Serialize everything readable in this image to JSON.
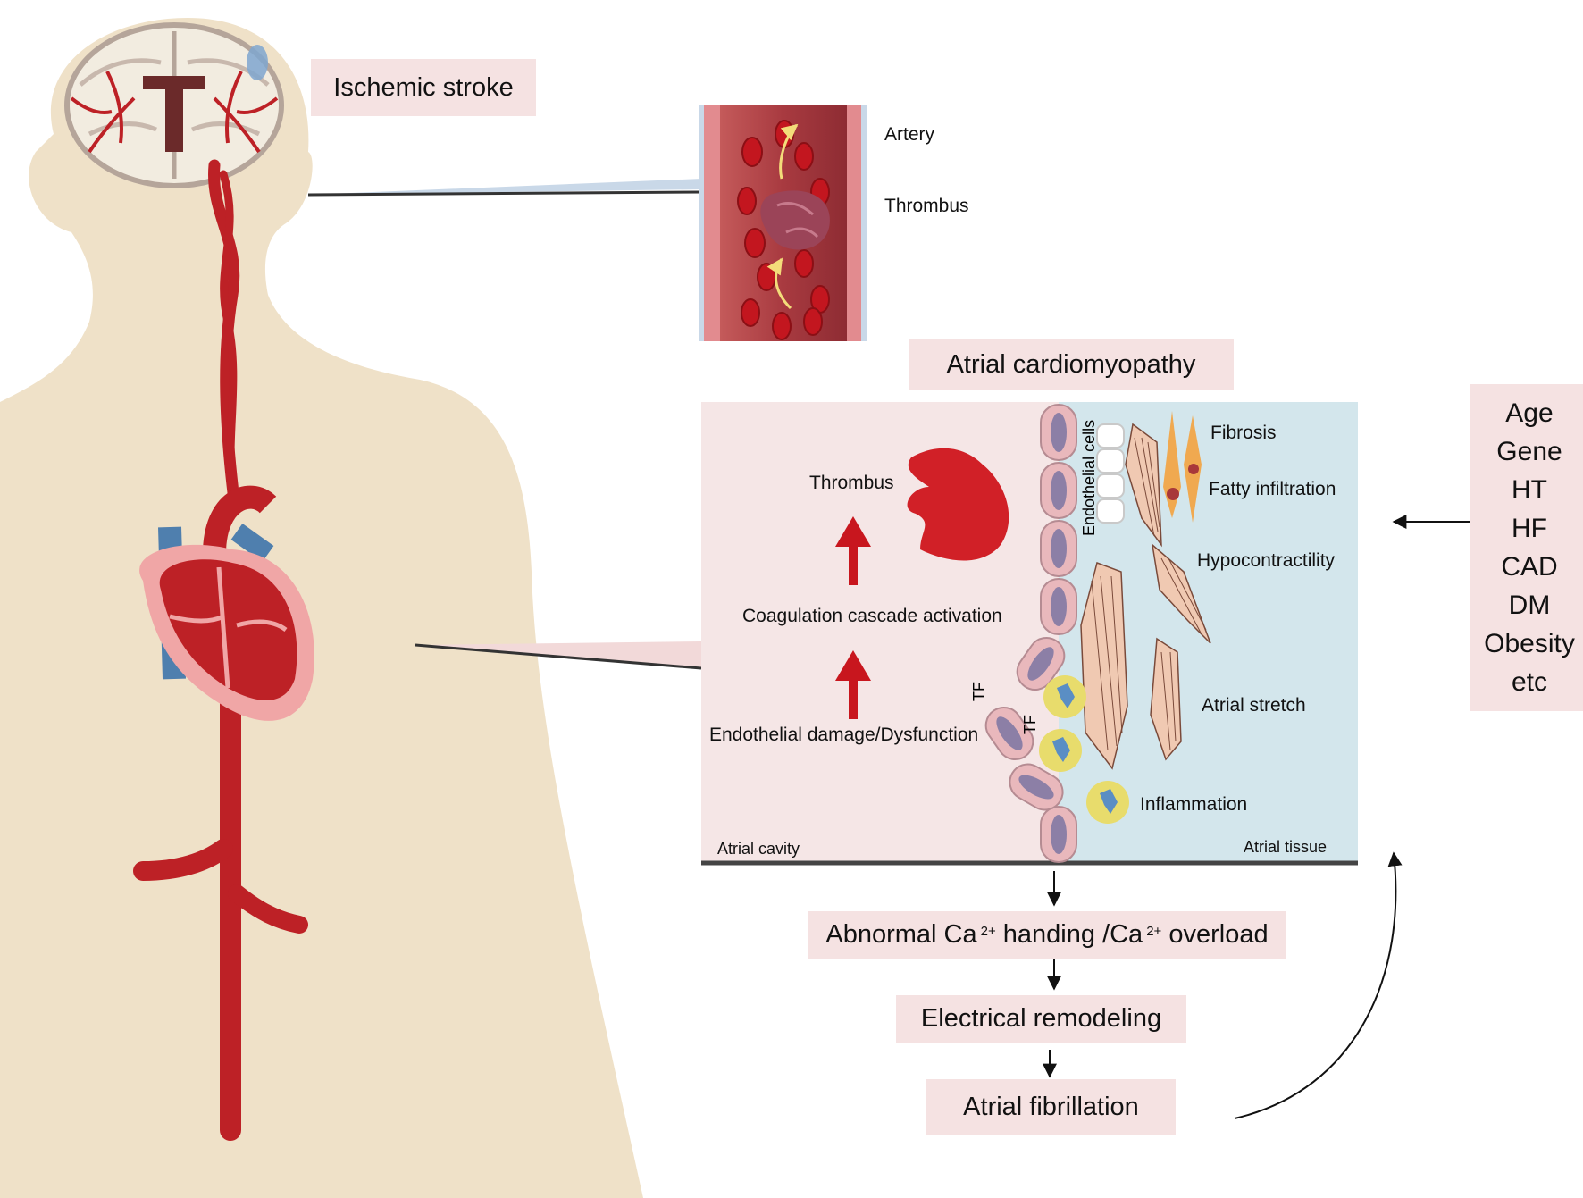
{
  "colors": {
    "skin": "#efe1c8",
    "artery_red": "#bd2126",
    "vein_blue": "#4f7fae",
    "heart_pink": "#f0a6a6",
    "label_box": "#f5e2e2",
    "cavity_bg": "#f5e6e6",
    "tissue_bg": "#d3e6ec",
    "thrombus_red": "#d12027",
    "endothelial_cell": "#8c7fa6",
    "inflammation_yellow": "#e8dc6c"
  },
  "labels": {
    "ischemic_stroke": "Ischemic stroke",
    "artery": "Artery",
    "thrombus_vessel": "Thrombus",
    "atrial_cardiomyopathy": "Atrial cardiomyopathy",
    "thrombus_atrium": "Thrombus",
    "coagulation": "Coagulation cascade activation",
    "endothelial_damage": "Endothelial damage/Dysfunction",
    "tf_1": "TF",
    "tf_2": "TF",
    "endothelial_cells": "Endothelial cells",
    "fibrosis": "Fibrosis",
    "fatty_infiltration": "Fatty infiltration",
    "hypocontractility": "Hypocontractility",
    "atrial_stretch": "Atrial stretch",
    "inflammation": "Inflammation",
    "atrial_cavity": "Atrial cavity",
    "atrial_tissue": "Atrial tissue",
    "calcium_part1": "Abnormal Ca",
    "calcium_sup1": "2+",
    "calcium_part2": " handing /Ca",
    "calcium_sup2": "2+",
    "calcium_part3": " overload",
    "electrical_remodeling": "Electrical remodeling",
    "atrial_fibrillation": "Atrial fibrillation"
  },
  "risk_factors": [
    "Age",
    "Gene",
    "HT",
    "HF",
    "CAD",
    "DM",
    "Obesity",
    "etc"
  ],
  "icons": [
    "brain-icon",
    "heart-icon",
    "artery-section-icon",
    "fibroblast-icon",
    "cardiomyocyte-icon",
    "inflammatory-cell-icon"
  ]
}
